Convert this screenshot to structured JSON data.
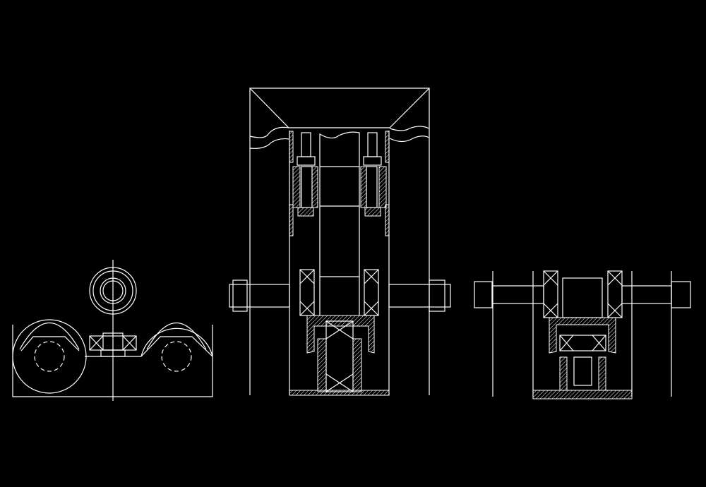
{
  "drawing": {
    "background_color": "#000000",
    "line_color": "#ffffff",
    "views": [
      "side-view",
      "front-section-view",
      "end-section-view"
    ]
  }
}
